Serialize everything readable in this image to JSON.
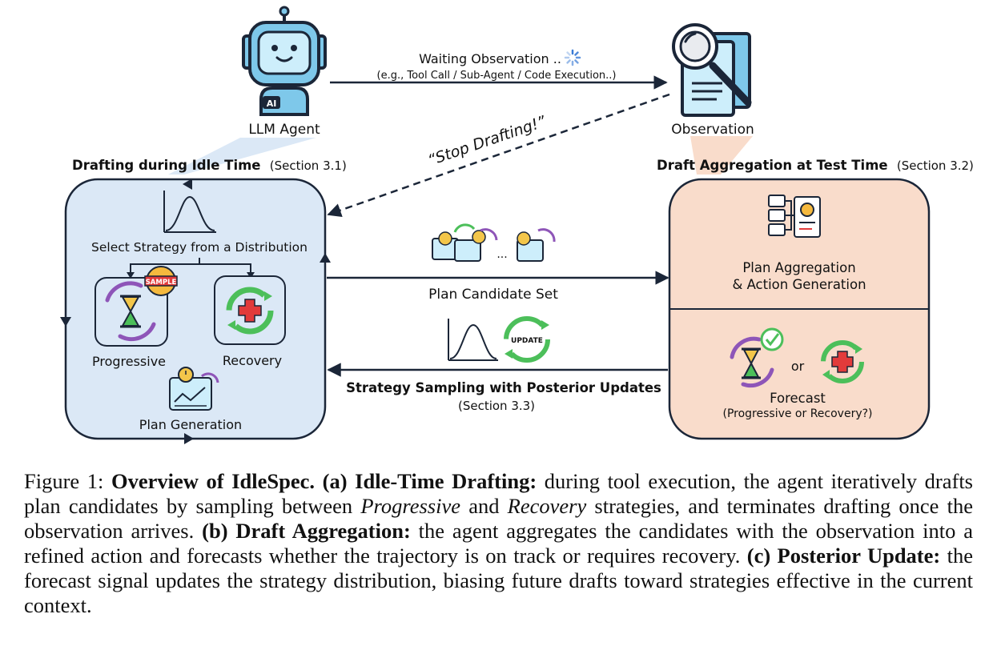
{
  "top": {
    "agent_label": "LLM Agent",
    "agent_badge": "AI",
    "observation_label": "Observation",
    "waiting_line1": "Waiting Observation ..",
    "waiting_line2": "(e.g., Tool Call / Sub-Agent / Code Execution..)",
    "stop_drafting": "“Stop Drafting!”"
  },
  "left_panel": {
    "title": "Drafting during Idle Time",
    "section": "(Section 3.1)",
    "select_strategy": "Select Strategy from a Distribution",
    "progressive_label": "Progressive",
    "recovery_label": "Recovery",
    "sample_badge": "SAMPLE",
    "plan_generation": "Plan Generation"
  },
  "middle": {
    "plan_candidate_set": "Plan Candidate Set",
    "ellipsis": "...",
    "update_badge": "UPDATE",
    "strategy_sampling": "Strategy Sampling with Posterior Updates",
    "strategy_section": "(Section 3.3)"
  },
  "right_panel": {
    "title": "Draft Aggregation at Test Time",
    "section": "(Section 3.2)",
    "aggregation_line1": "Plan Aggregation",
    "aggregation_line2": "& Action Generation",
    "or": "or",
    "forecast": "Forecast",
    "forecast_sub": "(Progressive or Recovery?)"
  },
  "caption": {
    "prefix": "Figure 1: ",
    "title": "Overview of IdleSpec.",
    "a_label": "(a) Idle-Time Drafting:",
    "a_text_1": " during tool execution, the agent iteratively drafts plan candidates by sampling between ",
    "a_progressive": "Progressive",
    "a_and": " and ",
    "a_recovery": "Recovery",
    "a_text_2": " strategies, and terminates drafting once the observation arrives. ",
    "b_label": "(b) Draft Aggregation:",
    "b_text": " the agent aggregates the candidates with the observation into a refined action and forecasts whether the trajectory is on track or requires recovery. ",
    "c_label": "(c) Posterior Update:",
    "c_text": " the forecast signal updates the strategy distribution, biasing future drafts toward strategies effective in the current context."
  },
  "colors": {
    "left_panel_fill": "#dbe8f6",
    "right_panel_fill": "#f9dccb",
    "robot_blue": "#7ec8ea",
    "recovery_green": "#4cbf5a",
    "recovery_red": "#e23b3b",
    "hourglass_purple": "#8e55b8",
    "outline": "#1b2638"
  }
}
